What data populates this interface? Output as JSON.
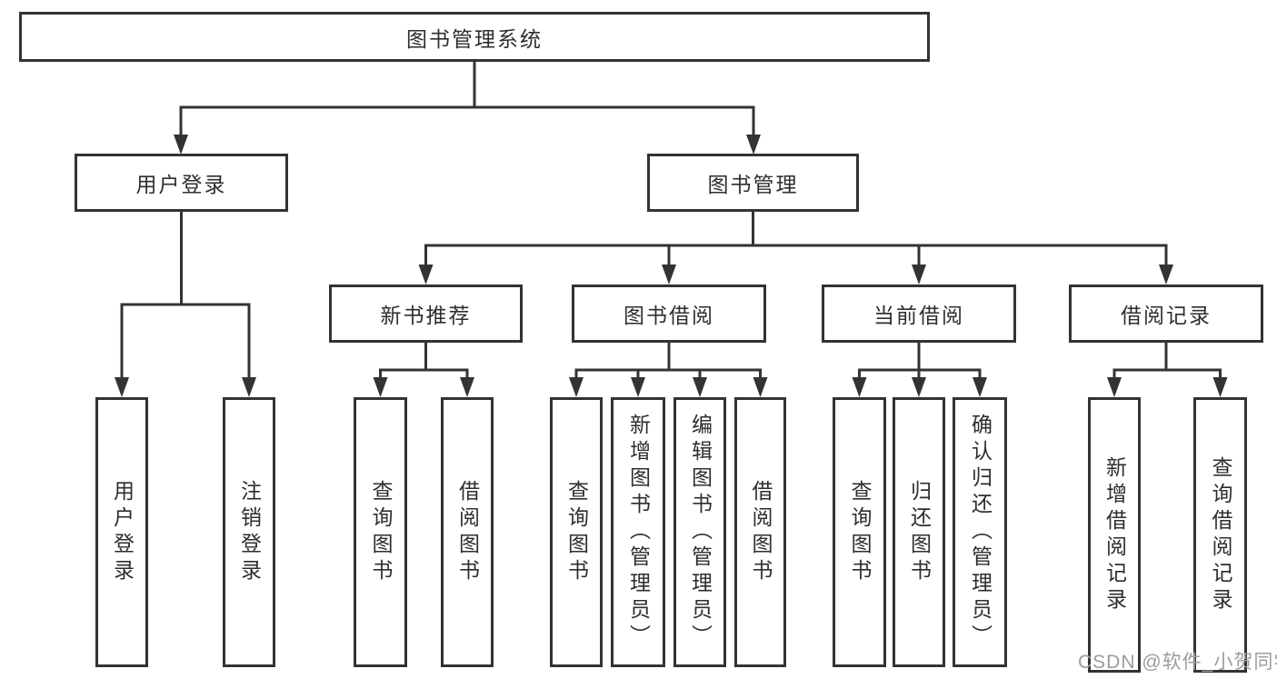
{
  "colors": {
    "line": "#333333",
    "box_border": "#333333",
    "text": "#2e2e2e",
    "watermark": "#9c9c9c",
    "background": "#ffffff"
  },
  "watermark": {
    "text": "CSDN @软件_小贺同学"
  },
  "diagram": {
    "root": {
      "label": "图书管理系统"
    },
    "level1": [
      {
        "label": "用户登录"
      },
      {
        "label": "图书管理"
      }
    ],
    "level2": [
      {
        "label": "新书推荐"
      },
      {
        "label": "图书借阅"
      },
      {
        "label": "当前借阅"
      },
      {
        "label": "借阅记录"
      }
    ],
    "leaves": {
      "user_login": [
        {
          "label": "用户登录"
        },
        {
          "label": "注销登录"
        }
      ],
      "new_book_recommendation": [
        {
          "label": "查询图书"
        },
        {
          "label": "借阅图书"
        }
      ],
      "book_borrowing": [
        {
          "label": "查询图书"
        },
        {
          "label": "新增图书（管理员）"
        },
        {
          "label": "编辑图书（管理员）"
        },
        {
          "label": "借阅图书"
        }
      ],
      "current_borrowing": [
        {
          "label": "查询图书"
        },
        {
          "label": "归还图书"
        },
        {
          "label": "确认归还（管理员）"
        }
      ],
      "borrowing_records": [
        {
          "label": "新增借阅记录"
        },
        {
          "label": "查询借阅记录"
        }
      ]
    }
  }
}
